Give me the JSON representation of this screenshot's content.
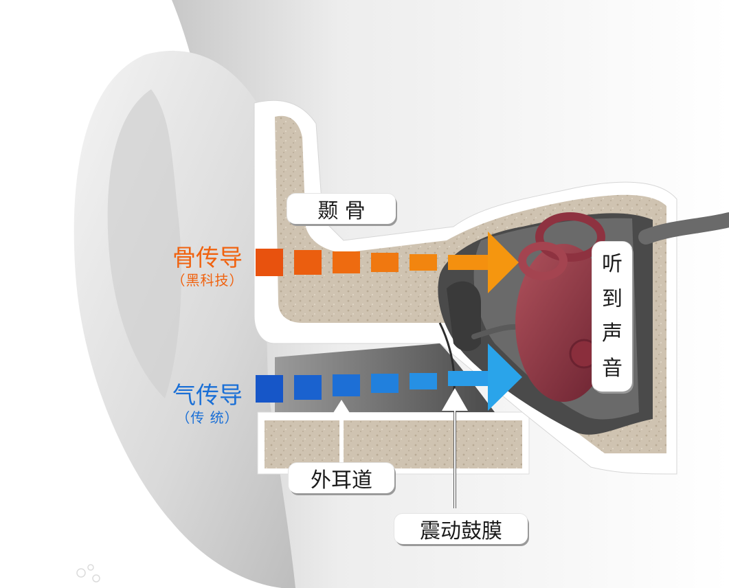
{
  "labels": {
    "temporal_bone": "颞  骨",
    "ear_canal": "外耳道",
    "eardrum": "震动鼓膜",
    "hear_sound": [
      "听",
      "到",
      "声",
      "音"
    ]
  },
  "legend": {
    "bone": {
      "title": "骨传导",
      "subtitle": "（黑科技）",
      "color": "#f0620f"
    },
    "air": {
      "title": "气传导",
      "subtitle": "（传  统）",
      "color": "#1a6fd6"
    }
  },
  "colors": {
    "bone_arrow_start": "#e8520e",
    "bone_arrow_end": "#f5960f",
    "air_arrow_start": "#1656c8",
    "air_arrow_end": "#2aa4ea"
  }
}
